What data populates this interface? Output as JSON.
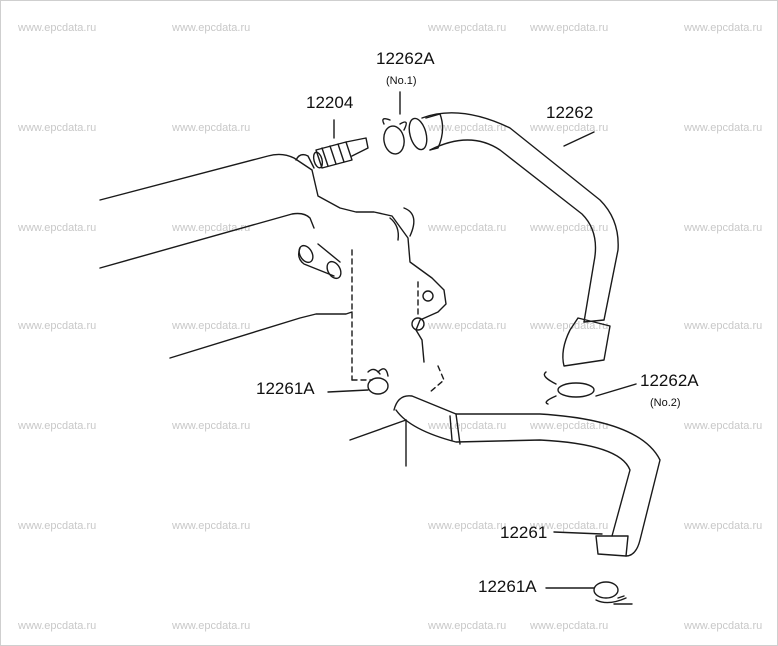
{
  "watermark": {
    "text": "www.epcdata.ru"
  },
  "labels": {
    "clamp_no1_part": "12262A",
    "clamp_no1_sub": "(No.1)",
    "vsv_part": "12204",
    "upper_hose_part": "12262",
    "clamp_no2_part": "12262A",
    "clamp_no2_sub": "(No.2)",
    "clamp_a_upper_part": "12261A",
    "lower_hose_part": "12261",
    "clamp_a_lower_part": "12261A"
  },
  "colors": {
    "line": "#1a1a1a",
    "watermark": "#c8c8c8",
    "background": "#ffffff"
  }
}
